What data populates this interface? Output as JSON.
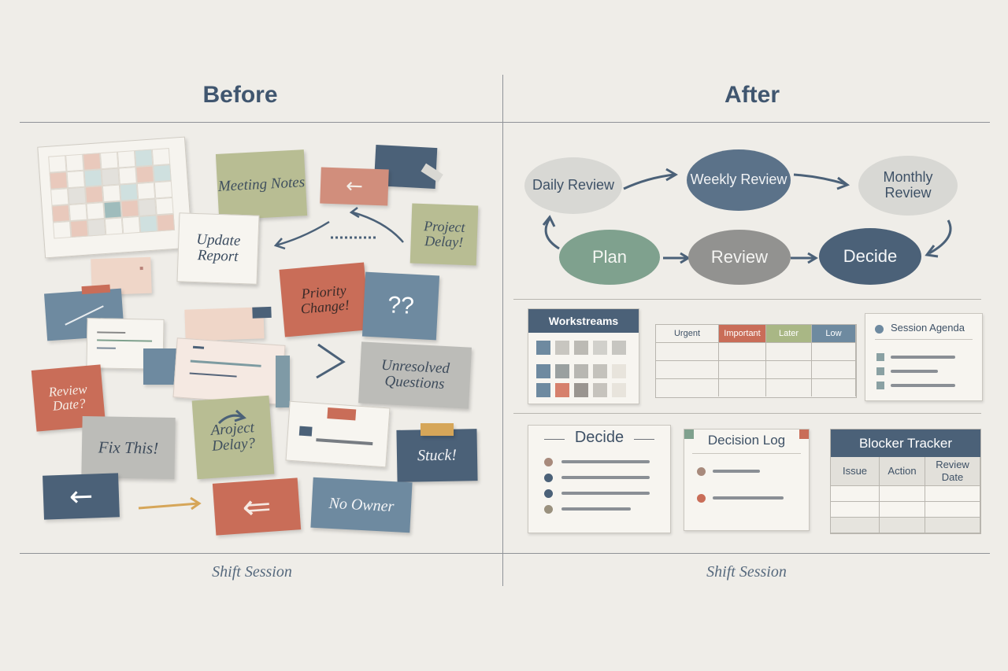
{
  "before": {
    "title": "Before",
    "caption": "Shift Session",
    "notes": {
      "meeting_notes": "Meeting Notes",
      "update_report": "Update Report",
      "project_delay": "Project Delay!",
      "priority_change": "Priority Change!",
      "question_marks": "??",
      "review_date": "Review Date?",
      "unresolved_questions": "Unresolved Questions",
      "fix_this": "Fix This!",
      "arject_delay": "Aroject Delay?",
      "stuck": "Stuck!",
      "no_owner": "No Owner"
    }
  },
  "after": {
    "title": "After",
    "caption": "Shift Session",
    "cycle": {
      "daily": "Daily Review",
      "weekly": "Weekly Review",
      "monthly": "Monthly Review",
      "plan": "Plan",
      "review": "Review",
      "decide": "Decide"
    },
    "workstreams": {
      "title": "Workstreams"
    },
    "priority_matrix": {
      "columns": [
        "Urgent",
        "Important",
        "Later",
        "Low"
      ]
    },
    "session_agenda": {
      "title": "Session Agenda"
    },
    "decide_card": {
      "title": "Decide"
    },
    "decision_log": {
      "title": "Decision Log"
    },
    "blocker_tracker": {
      "title": "Blocker Tracker",
      "columns": [
        "Issue",
        "Action",
        "Review Date"
      ]
    }
  },
  "colors": {
    "background": "#efede8",
    "navy": "#4b6178",
    "slate_blue": "#6e8aa0",
    "terracotta": "#c96d58",
    "sage": "#b8bd93",
    "gray": "#bcbcb8",
    "green": "#7fa18e",
    "mustard": "#d6a659",
    "urgent_header": "#f3f1ec",
    "important_header": "#c96d58",
    "later_header": "#a9b785",
    "low_header": "#6e8aa0"
  }
}
